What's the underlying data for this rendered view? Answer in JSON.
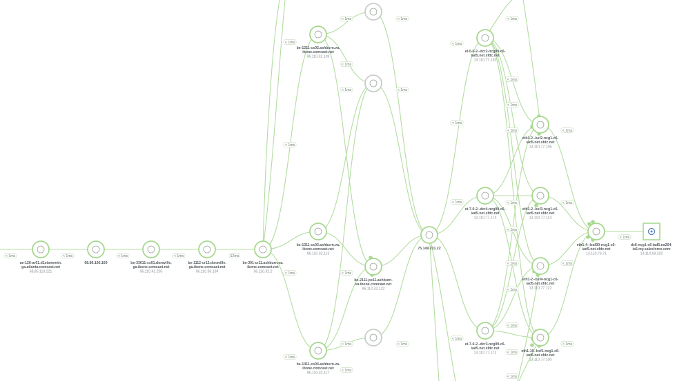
{
  "colors": {
    "edge": "#b4dca2",
    "node_ring": "#a6d88f",
    "node_inner": "#9aa39a",
    "node_dim": "#c9cdc9",
    "dot": "#a9da92",
    "target": "#5b7fb8"
  },
  "nodes": [
    {
      "id": "n1",
      "name": [
        "ae-126-ar01.d1stonemtn.",
        "ga.atlanta.comcast.net"
      ],
      "ip": "68.85.110.221"
    },
    {
      "id": "n2",
      "name": [
        "68.86.166.169"
      ],
      "ip": ""
    },
    {
      "id": "n3",
      "name": [
        "be-33611-cs01.doraville.",
        "ga.ibone.comcast.net"
      ],
      "ip": "96.110.42.205"
    },
    {
      "id": "n4",
      "name": [
        "be-1112-cr12.doraville.",
        "ga.ibone.comcast.net"
      ],
      "ip": "96.110.36.194"
    },
    {
      "id": "n5",
      "name": [
        "be-301-cr11.ashburn.va.",
        "ibone.comcast.net"
      ],
      "ip": "96.110.32.2"
    },
    {
      "id": "n6",
      "name": [
        "be-1211-cs02.ashburn.va.",
        "ibone.comcast.net"
      ],
      "ip": "96.110.32.109"
    },
    {
      "id": "n7",
      "name": [
        "be-1311-cs03.ashburn.va.",
        "ibone.comcast.net"
      ],
      "ip": "96.110.32.113"
    },
    {
      "id": "n8",
      "name": [
        "be-1411-cs04.ashburn.va.",
        "ibone.comcast.net"
      ],
      "ip": "96.110.32.117"
    },
    {
      "id": "n9",
      "name": [],
      "ip": ""
    },
    {
      "id": "n10",
      "name": [],
      "ip": ""
    },
    {
      "id": "n11",
      "name": [
        "be-2111-pe11.ashburn.",
        "va.ibone.comcast.net"
      ],
      "ip": "96.110.32.122"
    },
    {
      "id": "n12",
      "name": [],
      "ip": ""
    },
    {
      "id": "n13",
      "name": [
        "75.149.231.22"
      ],
      "ip": ""
    },
    {
      "id": "n14",
      "name": [
        "et-5-0-2--dcr2-ncg99-c6-",
        "iad5.net.sfdc.net"
      ],
      "ip": "13.110.77.162"
    },
    {
      "id": "n15",
      "name": [
        "et-7-0-2--dcr4-ncg99-c6-",
        "iad5.net.sfdc.net"
      ],
      "ip": "13.110.77.174"
    },
    {
      "id": "n16",
      "name": [
        "et-7-0-2--dcr3-ncg99-c6-",
        "iad5.net.sfdc.net"
      ],
      "ip": "13.110.77.172"
    },
    {
      "id": "n17",
      "name": [
        "eth1-2--bsf2-ncg1-c6-",
        "iad5.net.sfdc.net"
      ],
      "ip": "13.110.77.106"
    },
    {
      "id": "n18",
      "name": [
        "eth1-2--bsf3-ncg1-c6-",
        "iad5.net.sfdc.net"
      ],
      "ip": "13.110.77.114"
    },
    {
      "id": "n19",
      "name": [
        "eth1-2--bsf4-ncg1-c6-",
        "iad5.net.sfdc.net"
      ],
      "ip": "13.110.77.122"
    },
    {
      "id": "n20",
      "name": [
        "eth1-10--bsf1-ncg1-c6-",
        "iad5.net.sfdc.net"
      ],
      "ip": "13.110.77.100"
    },
    {
      "id": "n21",
      "name": [
        "eth1-4--leaf30-ncg1-c6-",
        "iad5.net.sfdc.net"
      ],
      "ip": "13.110.76.71"
    },
    {
      "id": "n22",
      "name": [
        "dc6-ncg1-c6-iad5.na204-",
        "ia5.my.salesforce.com"
      ],
      "ip": "13.110.69.220"
    }
  ],
  "latency_labels": [
    {
      "text": "< 1ms"
    },
    {
      "text": "< 1ms"
    },
    {
      "text": "< 1ms"
    },
    {
      "text": "< 1ms"
    },
    {
      "text": "12ms"
    },
    {
      "text": "< 1ms"
    },
    {
      "text": "< 1ms"
    },
    {
      "text": "< 1ms"
    },
    {
      "text": "< 1ms"
    },
    {
      "text": "< 1ms"
    },
    {
      "text": "< 1ms"
    },
    {
      "text": "< 1ms"
    },
    {
      "text": "< 1ms"
    },
    {
      "text": "< 1ms"
    },
    {
      "text": "< 1ms"
    },
    {
      "text": "< 1ms"
    },
    {
      "text": "< 1ms"
    },
    {
      "text": "< 1ms"
    },
    {
      "text": "< 1ms"
    },
    {
      "text": "< 1ms"
    },
    {
      "text": "< 1ms"
    },
    {
      "text": "< 1ms"
    },
    {
      "text": "< 1ms"
    },
    {
      "text": "< 1ms"
    },
    {
      "text": "< 1ms"
    },
    {
      "text": "< 1ms"
    },
    {
      "text": "< 1ms"
    },
    {
      "text": "< 1ms"
    },
    {
      "text": "< 1ms"
    },
    {
      "text": "< 1ms"
    },
    {
      "text": "< 1ms"
    },
    {
      "text": "< 1ms"
    },
    {
      "text": "< 1ms"
    },
    {
      "text": "< 1ms"
    },
    {
      "text": "< 1ms"
    },
    {
      "text": "< 1ms"
    },
    {
      "text": "< 1ms"
    },
    {
      "text": "< 1ms"
    }
  ]
}
